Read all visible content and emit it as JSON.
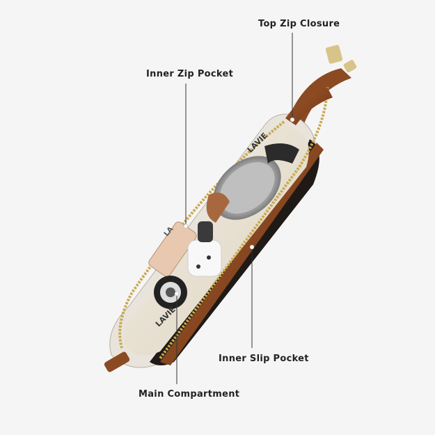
{
  "callouts": {
    "top_zip_closure": "Top Zip Closure",
    "inner_zip_pocket": "Inner Zip Pocket",
    "inner_slip_pocket": "Inner Slip Pocket",
    "main_compartment": "Main Compartment"
  },
  "brand_marks": [
    "LAVIE",
    "LAVIE",
    "LA"
  ],
  "colors": {
    "background": "#f5f5f5",
    "leather": "#8b4a22",
    "lining": "#ece6d8",
    "zipper": "#c9a84c",
    "callout_line": "#333333"
  }
}
